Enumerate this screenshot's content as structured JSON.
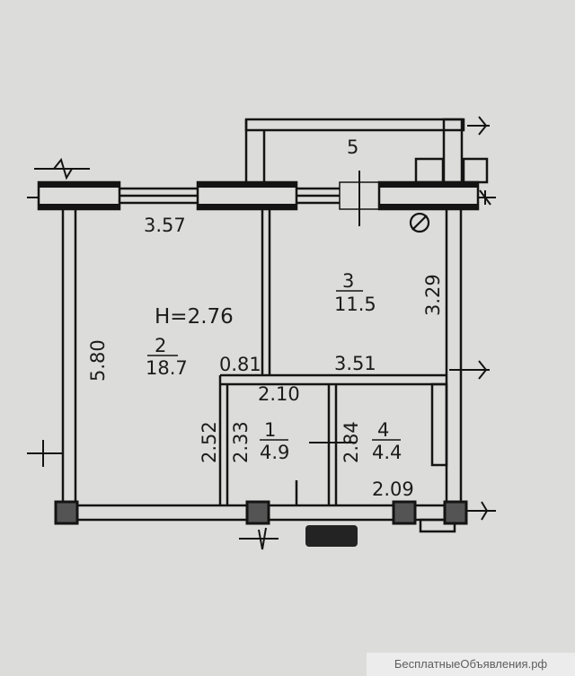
{
  "plan": {
    "ceiling_height": "H=2.76",
    "balcony_number": "5",
    "rooms": [
      {
        "id": "room-1",
        "number": "1",
        "area": "4.9"
      },
      {
        "id": "room-2",
        "number": "2",
        "area": "18.7"
      },
      {
        "id": "room-3",
        "number": "3",
        "area": "11.5"
      },
      {
        "id": "room-4",
        "number": "4",
        "area": "4.4"
      }
    ],
    "dimensions": {
      "top_left_width": "3.57",
      "left_height": "5.80",
      "room3_height": "3.29",
      "partition_short": "0.81",
      "room3_width": "3.51",
      "room1_width": "2.10",
      "room1_height_outer": "2.52",
      "room1_height_inner": "2.33",
      "room4_height": "2.84",
      "room4_width": "2.09"
    }
  },
  "watermark": "БесплатныеОбъявления.рф"
}
